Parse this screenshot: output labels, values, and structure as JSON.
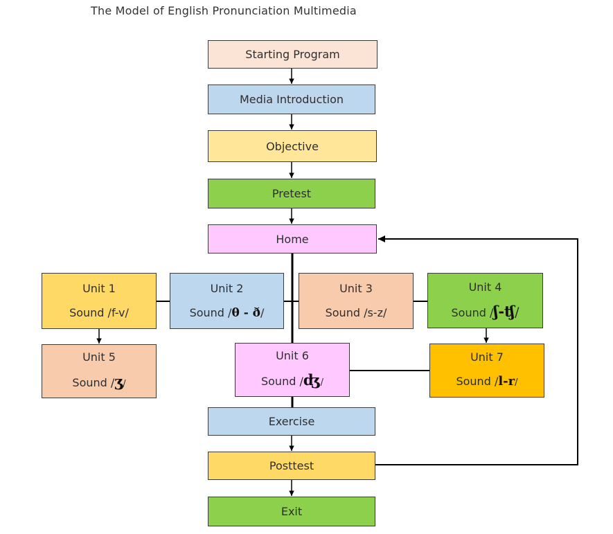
{
  "title": "The Model of English Pronunciation Multimedia",
  "colors": {
    "peach": "#FBE4D5",
    "blue": "#BDD7EE",
    "yellow": "#FFE699",
    "green": "#8DD04C",
    "pink": "#FFC9FF",
    "gold": "#FFD966",
    "salmon": "#F8CBAD",
    "orange": "#FFC000",
    "line": "#000000"
  },
  "flow": {
    "starting": "Starting Program",
    "media_intro": "Media Introduction",
    "objective": "Objective",
    "pretest": "Pretest",
    "home": "Home",
    "exercise": "Exercise",
    "posttest": "Posttest",
    "exit": "Exit"
  },
  "units": {
    "u1": {
      "label": "Unit 1",
      "prefix": "Sound /",
      "ipa": "f-v",
      "suffix": "/"
    },
    "u2": {
      "label": "Unit 2",
      "prefix": "Sound /",
      "ipa": "θ - ð",
      "suffix": "/"
    },
    "u3": {
      "label": "Unit 3",
      "prefix": "Sound /",
      "ipa": "s-z",
      "suffix": "/"
    },
    "u4": {
      "label": "Unit 4",
      "prefix": "Sound /",
      "ipa": "ʃ-ʧ",
      "suffix": "/"
    },
    "u5": {
      "label": "Unit 5",
      "prefix": "Sound /",
      "ipa": "ʒ",
      "suffix": "/"
    },
    "u6": {
      "label": "Unit 6",
      "prefix": "Sound /",
      "ipa": "ʤ",
      "suffix": "/"
    },
    "u7": {
      "label": "Unit 7",
      "prefix": "Sound /",
      "ipa": "l-r",
      "suffix": "/"
    }
  }
}
